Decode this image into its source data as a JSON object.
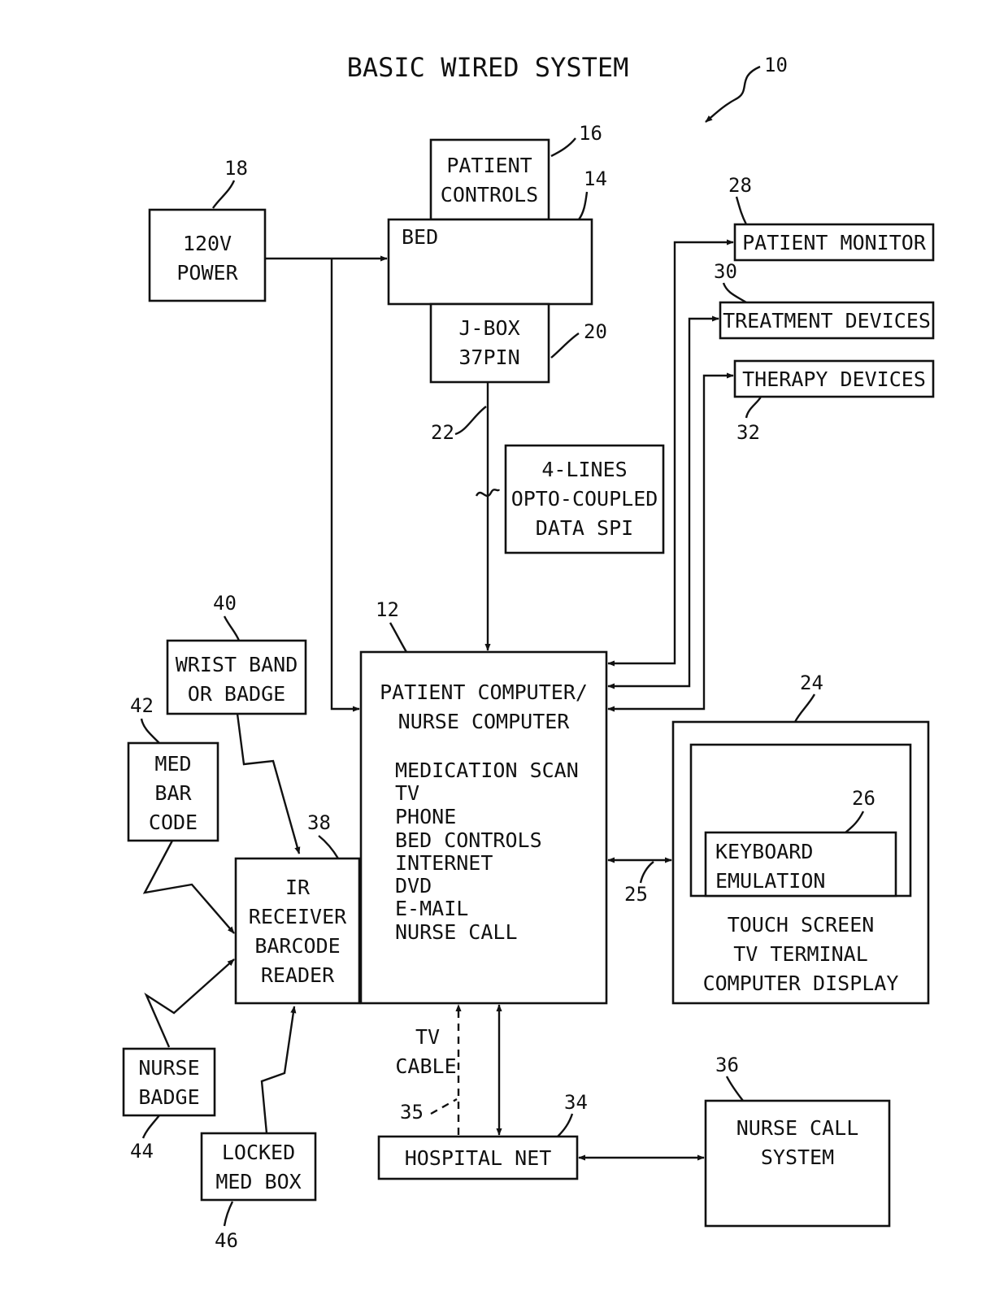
{
  "title": "BASIC WIRED SYSTEM",
  "figure_ref": "10",
  "boxes": {
    "power": {
      "ref": "18",
      "lines": [
        "120V",
        "POWER"
      ]
    },
    "patient_controls": {
      "ref": "16",
      "lines": [
        "PATIENT",
        "CONTROLS"
      ]
    },
    "bed": {
      "ref": "14",
      "lines": [
        "BED"
      ]
    },
    "jbox": {
      "ref": "20",
      "lines": [
        "J-BOX",
        "37PIN"
      ]
    },
    "opto": {
      "lines": [
        "4-LINES",
        "OPTO-COUPLED",
        "DATA SPI"
      ]
    },
    "patient_monitor": {
      "ref": "28",
      "lines": [
        "PATIENT MONITOR"
      ]
    },
    "treatment_devices": {
      "ref": "30",
      "lines": [
        "TREATMENT DEVICES"
      ]
    },
    "therapy_devices": {
      "ref": "32",
      "lines": [
        "THERAPY DEVICES"
      ]
    },
    "computer": {
      "ref": "12",
      "lines": [
        "PATIENT COMPUTER/",
        "NURSE COMPUTER"
      ],
      "features": [
        "MEDICATION SCAN",
        "TV",
        "PHONE",
        "BED CONTROLS",
        "INTERNET",
        "DVD",
        "E-MAIL",
        "NURSE CALL"
      ]
    },
    "wrist_band": {
      "ref": "40",
      "lines": [
        "WRIST BAND",
        "OR BADGE"
      ]
    },
    "med_bar_code": {
      "ref": "42",
      "lines": [
        "MED",
        "BAR",
        "CODE"
      ]
    },
    "ir_receiver": {
      "ref": "38",
      "lines": [
        "IR",
        "RECEIVER",
        "BARCODE",
        "READER"
      ]
    },
    "nurse_badge": {
      "ref": "44",
      "lines": [
        "NURSE",
        "BADGE"
      ]
    },
    "locked_med_box": {
      "ref": "46",
      "lines": [
        "LOCKED",
        "MED BOX"
      ]
    },
    "display": {
      "ref": "24",
      "lines": [
        "TOUCH SCREEN",
        "TV TERMINAL",
        "COMPUTER DISPLAY"
      ]
    },
    "keyboard": {
      "ref": "26",
      "lines": [
        "KEYBOARD",
        "EMULATION"
      ]
    },
    "hospital_net": {
      "ref": "34",
      "lines": [
        "HOSPITAL NET"
      ]
    },
    "nurse_call_system": {
      "ref": "36",
      "lines": [
        "NURSE CALL",
        "SYSTEM"
      ]
    }
  },
  "connectors": {
    "jbox_cable_ref": "22",
    "display_link_ref": "25",
    "tv_cable_ref": "35",
    "tv_cable_label": [
      "TV",
      "CABLE"
    ]
  }
}
